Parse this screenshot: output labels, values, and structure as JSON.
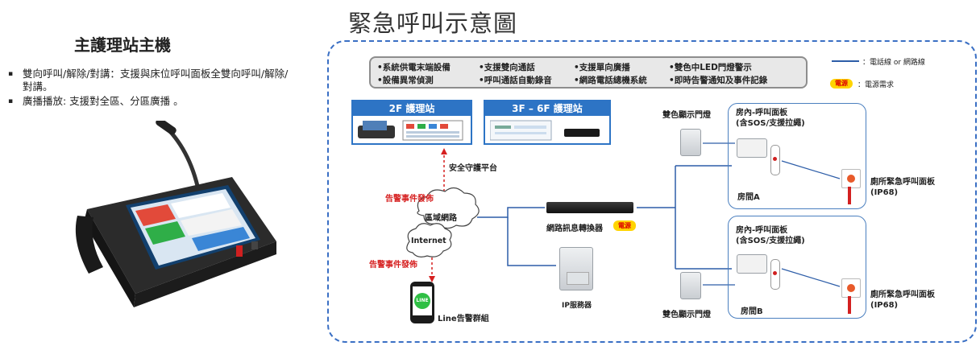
{
  "left": {
    "title": "主護理站主機",
    "bullets": [
      "雙向呼叫/解除/對講：支援與床位呼叫面板全雙向呼叫/解除/對講。",
      "廣播播放: 支援對全區、分區廣播 。"
    ]
  },
  "diagram": {
    "title": "緊急呼叫示意圖",
    "features": [
      "•系統供電末端設備",
      "•支援雙向通話",
      "•支援單向廣播",
      "•雙色中LED門燈警示",
      "•設備異常偵測",
      "•呼叫通話自動錄音",
      "•網路電話總機系統",
      "•即時告警通知及事件記錄"
    ],
    "legend": {
      "line_label": "：電話線 or 網路線",
      "power_badge": "電源",
      "power_label": "：電源需求"
    },
    "stations": {
      "s2f": "2F 護理站",
      "s3f": "3F – 6F 護理站",
      "platform": "安全守護平台"
    },
    "network": {
      "alarm_top": "告警事件發佈",
      "lan": "區域網路",
      "internet": "Internet",
      "alarm_bottom": "告警事件發佈",
      "line_group": "Line告警群組",
      "line_logo": "LINE",
      "converter": "網路訊息轉換器",
      "converter_power": "電源",
      "ip_server": "IP服務器"
    },
    "rooms": {
      "door_light_top": "雙色顯示門燈",
      "panel_a": "房內-呼叫面板\n(含SOS/支援拉繩)",
      "room_a": "房間A",
      "toilet_a": "廁所緊急呼叫面板\n(IP68)",
      "panel_b": "房內-呼叫面板\n(含SOS/支援拉繩)",
      "room_b": "房間B",
      "toilet_b": "廁所緊急呼叫面板\n(IP68)",
      "door_light_bottom": "雙色顯示門燈"
    },
    "colors": {
      "frame": "#3a6fc4",
      "station": "#2d74c5",
      "alarm": "#d62020",
      "power": "#ffd400"
    }
  }
}
